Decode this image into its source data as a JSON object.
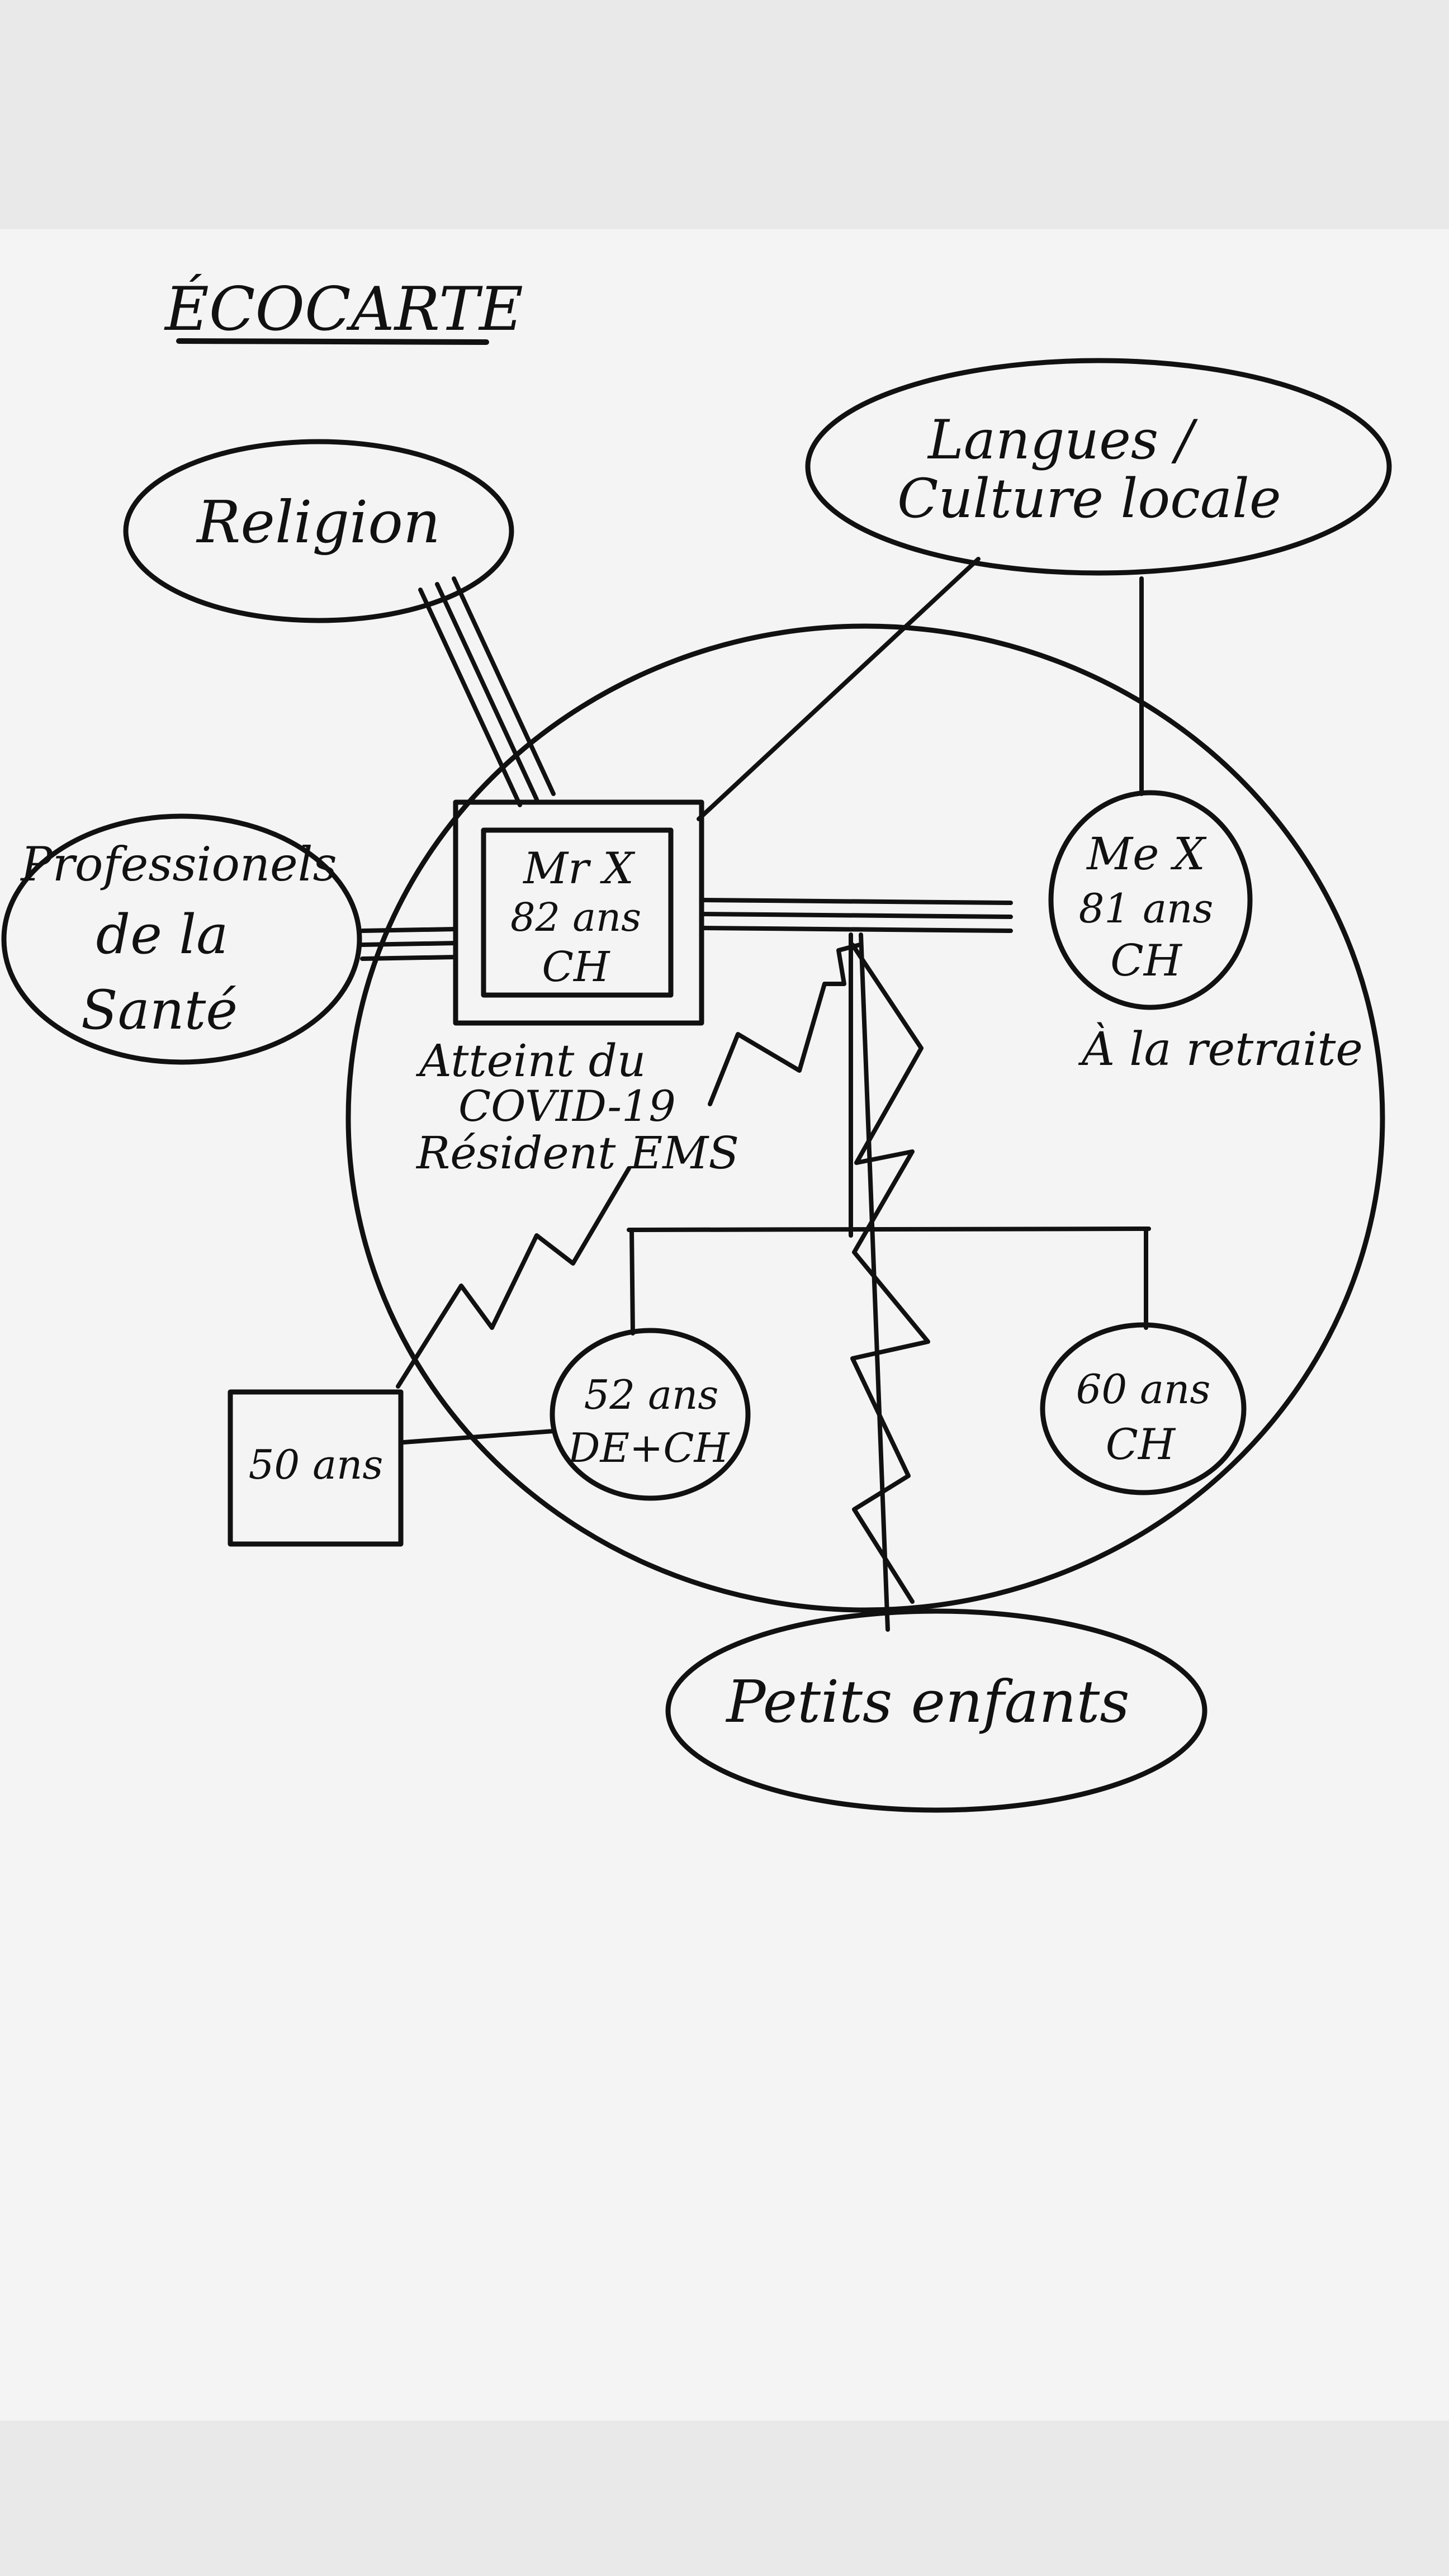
{
  "title": "ÉCOCARTE",
  "nodes": {
    "religion": {
      "label": "Religion"
    },
    "langues": {
      "lines": [
        "Langues /",
        "Culture locale"
      ]
    },
    "professionnels": {
      "lines": [
        "Professionels",
        "de la",
        "Santé"
      ]
    },
    "mr_x": {
      "lines": [
        "Mr X",
        "82 ans",
        "CH"
      ]
    },
    "mr_x_note": {
      "lines": [
        "Atteint du",
        "COVID-19",
        "Résident EMS"
      ]
    },
    "me_x": {
      "lines": [
        "Me X",
        "81 ans",
        "CH"
      ]
    },
    "me_x_note": {
      "label": "À la retraite"
    },
    "child_52": {
      "lines": [
        "52 ans",
        "DE+CH"
      ]
    },
    "child_60": {
      "lines": [
        "60 ans",
        "CH"
      ]
    },
    "child_50": {
      "label": "50 ans"
    },
    "petits_enfants": {
      "label": "Petits enfants"
    }
  },
  "colors": {
    "paper": "#f4f4f4",
    "background": "#e9e9e9",
    "ink": "#111111"
  }
}
